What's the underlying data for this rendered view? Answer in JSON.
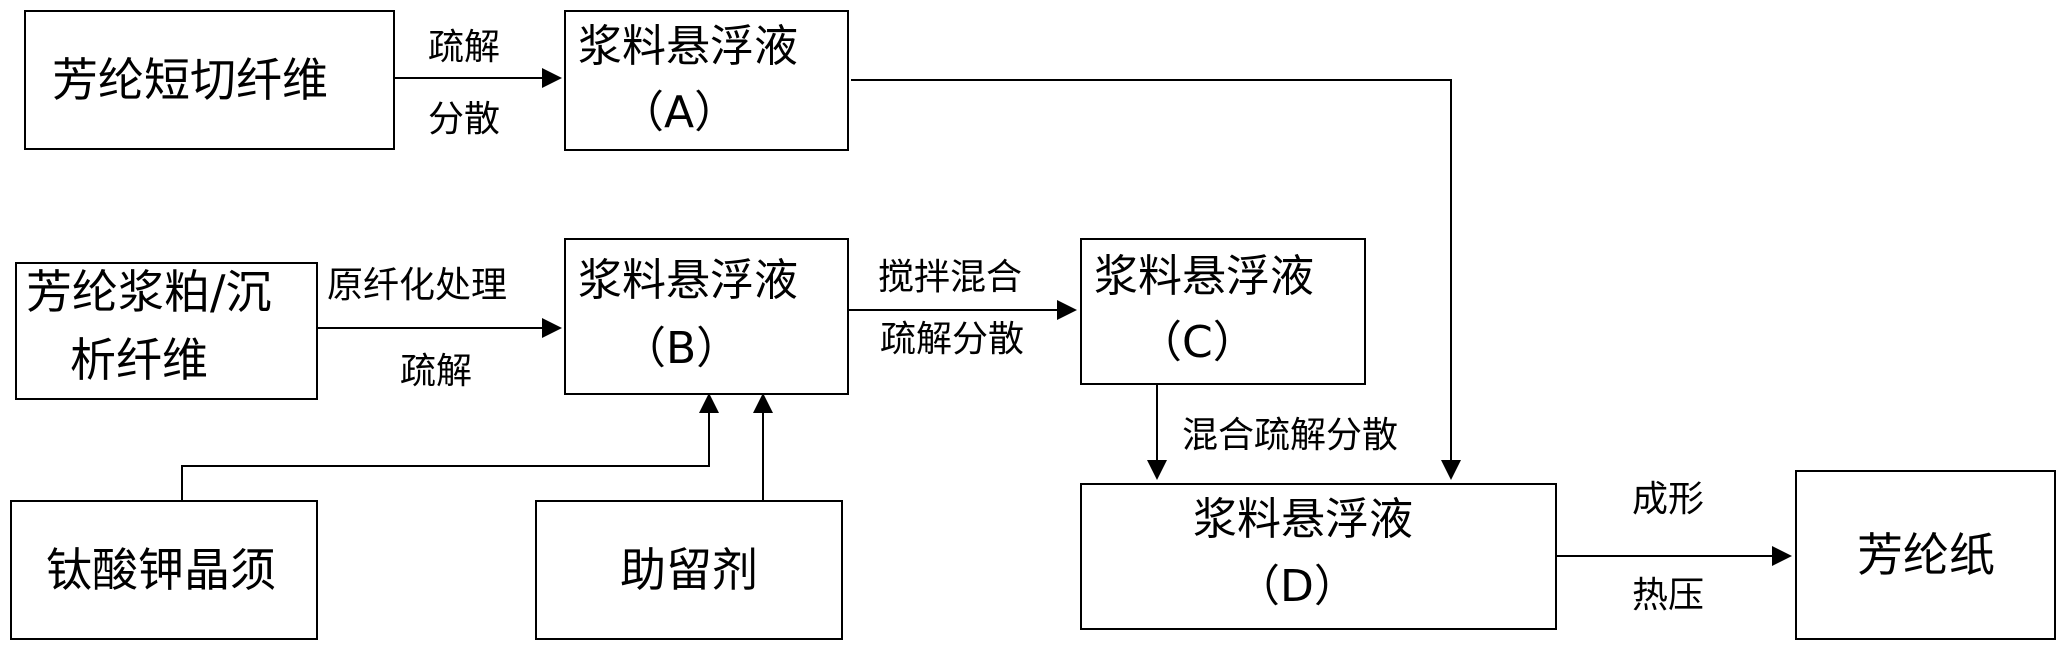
{
  "nodes": {
    "aramid_short_fiber": "芳纶短切纤维",
    "slurry_a": {
      "line1": "浆料悬浮液",
      "line2": "（A）"
    },
    "aramid_pulp": {
      "line1": "芳纶浆粕/沉",
      "line2": "析纤维"
    },
    "slurry_b": {
      "line1": "浆料悬浮液",
      "line2": "（B）"
    },
    "slurry_c": {
      "line1": "浆料悬浮液",
      "line2": "（C）"
    },
    "potassium_titanate": "钛酸钾晶须",
    "retention_aid": "助留剂",
    "slurry_d": {
      "line1": "浆料悬浮液",
      "line2": "（D）"
    },
    "aramid_paper": "芳纶纸"
  },
  "edges": {
    "fiber_to_a": {
      "line1": "疏解",
      "line2": "分散"
    },
    "pulp_to_b": {
      "line1": "原纤化处理",
      "line2": "疏解"
    },
    "b_to_c": {
      "line1": "搅拌混合",
      "line2": "疏解分散"
    },
    "c_to_d": "混合疏解分散",
    "d_to_paper": {
      "line1": "成形",
      "line2": "热压"
    }
  }
}
